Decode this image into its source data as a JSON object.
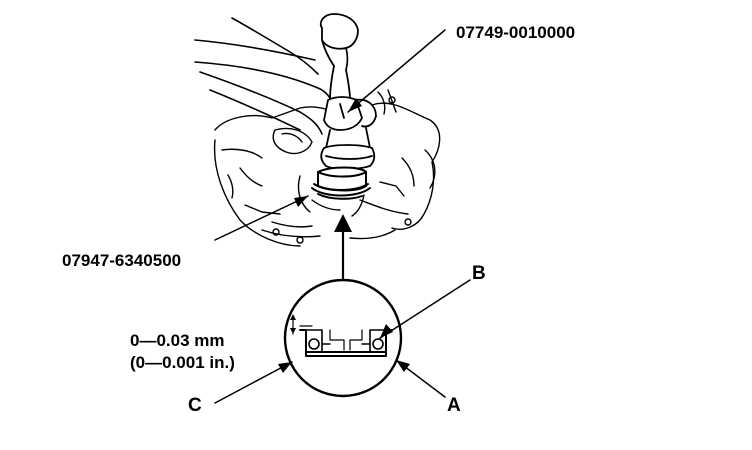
{
  "labels": {
    "tool_upper": "07749-0010000",
    "tool_lower": "07947-6340500",
    "clearance_mm": "0—0.03 mm",
    "clearance_in": "(0—0.001 in.)",
    "callout_a": "A",
    "callout_b": "B",
    "callout_c": "C"
  },
  "colors": {
    "ink": "#000000",
    "paper": "#ffffff"
  }
}
